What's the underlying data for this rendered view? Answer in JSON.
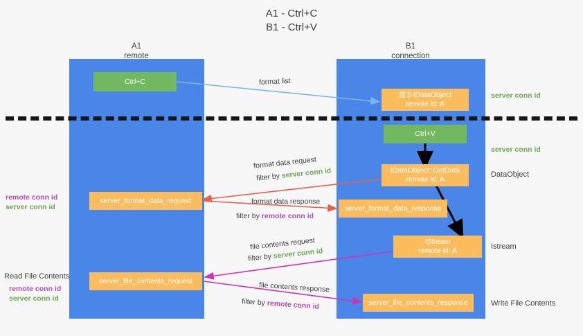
{
  "title": {
    "line1": "A1 - Ctrl+C",
    "line2": "B1 - Ctrl+V"
  },
  "colors": {
    "lane": "#4a86e8",
    "box_orange": "#fbbc5e",
    "box_green": "#72b860",
    "server_conn_id": "#6aa84f",
    "remote_conn_id": "#b14fb1",
    "arrow_red": "#e8604c",
    "arrow_magenta": "#cc33b5",
    "arrow_blue": "#7cb6e8",
    "arrow_black": "#000000",
    "background": "#f7f7f7",
    "dash_line": "#15161a"
  },
  "columns": [
    {
      "name": "A1",
      "sub": "remote"
    },
    {
      "name": "B1",
      "sub": "connection"
    }
  ],
  "boxes": {
    "ctrl_c": {
      "line1": "Ctrl+C",
      "line2": ""
    },
    "idataobject": {
      "line1": "信彡IDataObject",
      "line2": "remote id: A"
    },
    "ctrl_v": {
      "line1": "Ctrl+V",
      "line2": ""
    },
    "getdata": {
      "line1": "IDataObject::GetData",
      "line2": "remote id: A"
    },
    "istream": {
      "line1": "IStream",
      "line2": "remote id: A"
    },
    "fmt_req": {
      "line1": "server_format_data_request",
      "line2": ""
    },
    "fmt_resp": {
      "line1": "server_format_data_response",
      "line2": ""
    },
    "file_req": {
      "line1": "server_file_contents_request",
      "line2": ""
    },
    "file_resp": {
      "line1": "server_file_contents_response",
      "line2": ""
    }
  },
  "edge_labels": {
    "format_list": "format list",
    "format_data_request": "format data request",
    "format_data_filter": "filter by ",
    "format_data_filter_key": "server conn id",
    "format_data_response": "format data response",
    "format_resp_filter": "filter by ",
    "format_resp_filter_key": "remote conn id",
    "file_contents_request": "file contents request",
    "file_req_filter": "filter by ",
    "file_req_filter_key": "server conn id",
    "file_contents_response": "file contents response",
    "file_resp_filter": "filter by ",
    "file_resp_filter_key": "remote conn id"
  },
  "right_labels": {
    "server_conn_id_top": "server conn id",
    "server_conn_id_mid": "server conn id",
    "dataobject": "DataObject",
    "istream": "Istream",
    "write_file_contents": "Write File Contents"
  },
  "left_labels": {
    "conn_ids_upper": {
      "remote": "remote conn id",
      "server": "server conn id"
    },
    "read_file_contents": "Read File Contents",
    "conn_ids_lower": {
      "remote": "remote conn id",
      "server": "server conn id"
    }
  }
}
